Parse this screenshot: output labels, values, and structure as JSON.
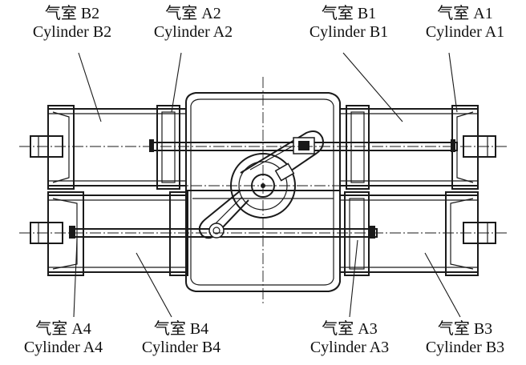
{
  "labels": {
    "cylinder_b2": {
      "cn": "气室 B2",
      "en": "Cylinder B2"
    },
    "cylinder_a2": {
      "cn": "气室 A2",
      "en": "Cylinder A2"
    },
    "cylinder_b1": {
      "cn": "气室 B1",
      "en": "Cylinder B1"
    },
    "cylinder_a1": {
      "cn": "气室 A1",
      "en": "Cylinder A1"
    },
    "cylinder_a4": {
      "cn": "气室 A4",
      "en": "Cylinder A4"
    },
    "cylinder_b4": {
      "cn": "气室 B4",
      "en": "Cylinder B4"
    },
    "cylinder_a3": {
      "cn": "气室 A3",
      "en": "Cylinder A3"
    },
    "cylinder_b3": {
      "cn": "气室 B3",
      "en": "Cylinder B3"
    }
  }
}
